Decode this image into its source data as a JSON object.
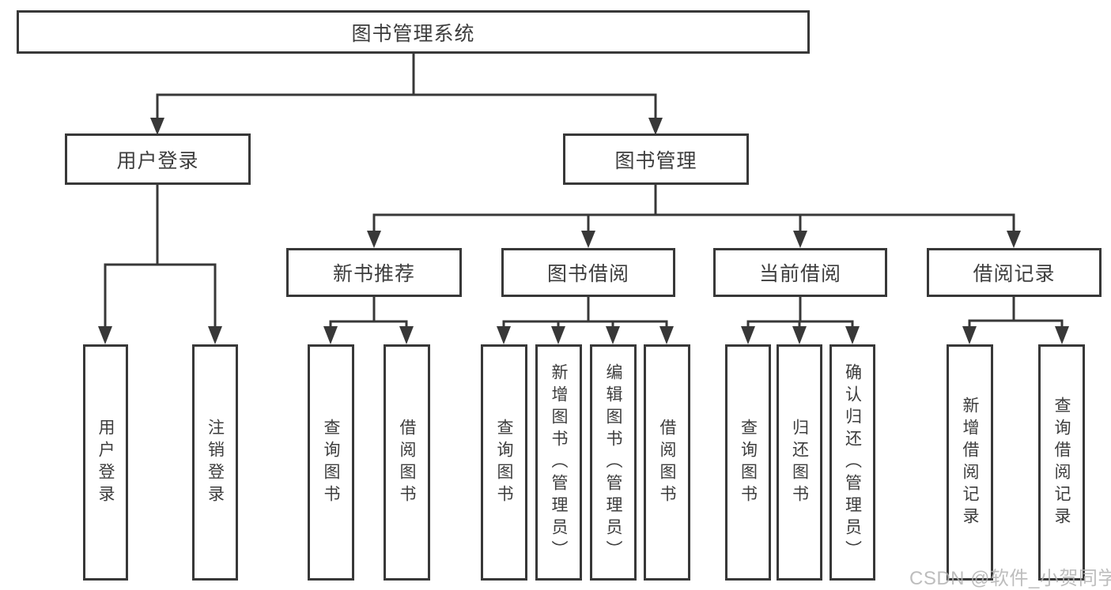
{
  "watermark": "CSDN @软件_小贺同学",
  "colors": {
    "line": "#383838",
    "box_border": "#383838",
    "text": "#3d3d3d",
    "watermark": "#b2b2b2",
    "background": "#ffffff"
  },
  "tree": {
    "label": "图书管理系统",
    "children": [
      {
        "label": "用户登录",
        "children": [
          {
            "label": "用户登录"
          },
          {
            "label": "注销登录"
          }
        ]
      },
      {
        "label": "图书管理",
        "children": [
          {
            "label": "新书推荐",
            "children": [
              {
                "label": "查询图书"
              },
              {
                "label": "借阅图书"
              }
            ]
          },
          {
            "label": "图书借阅",
            "children": [
              {
                "label": "查询图书"
              },
              {
                "label": "新增图书（管理员）"
              },
              {
                "label": "编辑图书（管理员）"
              },
              {
                "label": "借阅图书"
              }
            ]
          },
          {
            "label": "当前借阅",
            "children": [
              {
                "label": "查询图书"
              },
              {
                "label": "归还图书"
              },
              {
                "label": "确认归还（管理员）"
              }
            ]
          },
          {
            "label": "借阅记录",
            "children": [
              {
                "label": "新增借阅记录"
              },
              {
                "label": "查询借阅记录"
              }
            ]
          }
        ]
      }
    ]
  }
}
